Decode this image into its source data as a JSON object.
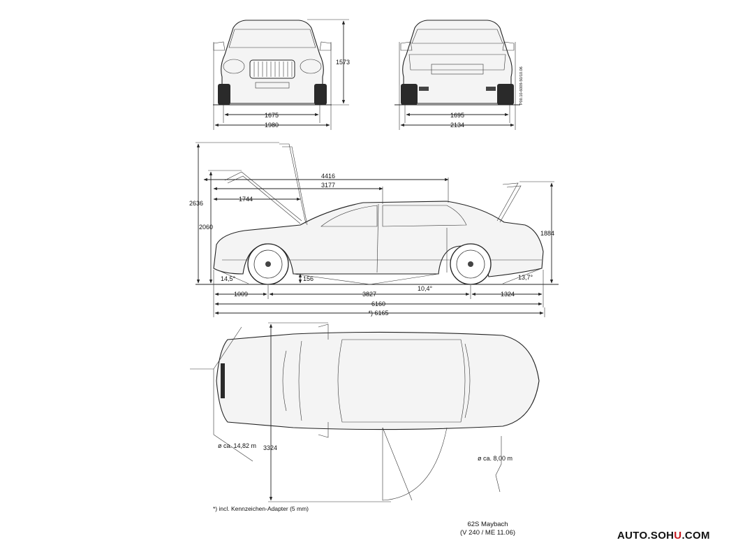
{
  "front_view": {
    "width_track": "1675",
    "width_total": "1980",
    "height": "1573"
  },
  "rear_view": {
    "width_track": "1695",
    "width_total": "2134",
    "drawing_code": "P00.10-6009-50/10.06"
  },
  "side_view": {
    "height_trunk_open": "2636",
    "height_hood_open": "2060",
    "height_trunk_lid": "1884",
    "dim_4416": "4416",
    "dim_3177": "3177",
    "dim_1744": "1744",
    "approach_angle": "14,5°",
    "ground_clearance": "156",
    "ramp_angle": "10,4°",
    "departure_angle": "13,7°",
    "front_overhang": "1009",
    "wheelbase": "3827",
    "rear_overhang": "1324",
    "length": "6160",
    "length_with_adapter": "*) 6165"
  },
  "top_view": {
    "turning_circle_large": "ø ca. 14,82 m",
    "width_mirrors_open": "3324",
    "turning_circle_small": "ø ca. 8,00 m"
  },
  "footnote": "*) incl. Kennzeichen-Adapter (5 mm)",
  "caption": {
    "model": "62S Maybach",
    "code": "(V 240 / ME 11.06)"
  },
  "logo": {
    "main": "AUTO.SOHU",
    "accent": "U",
    "prefix": "AUTO.SOH",
    "suffix": ".COM"
  }
}
